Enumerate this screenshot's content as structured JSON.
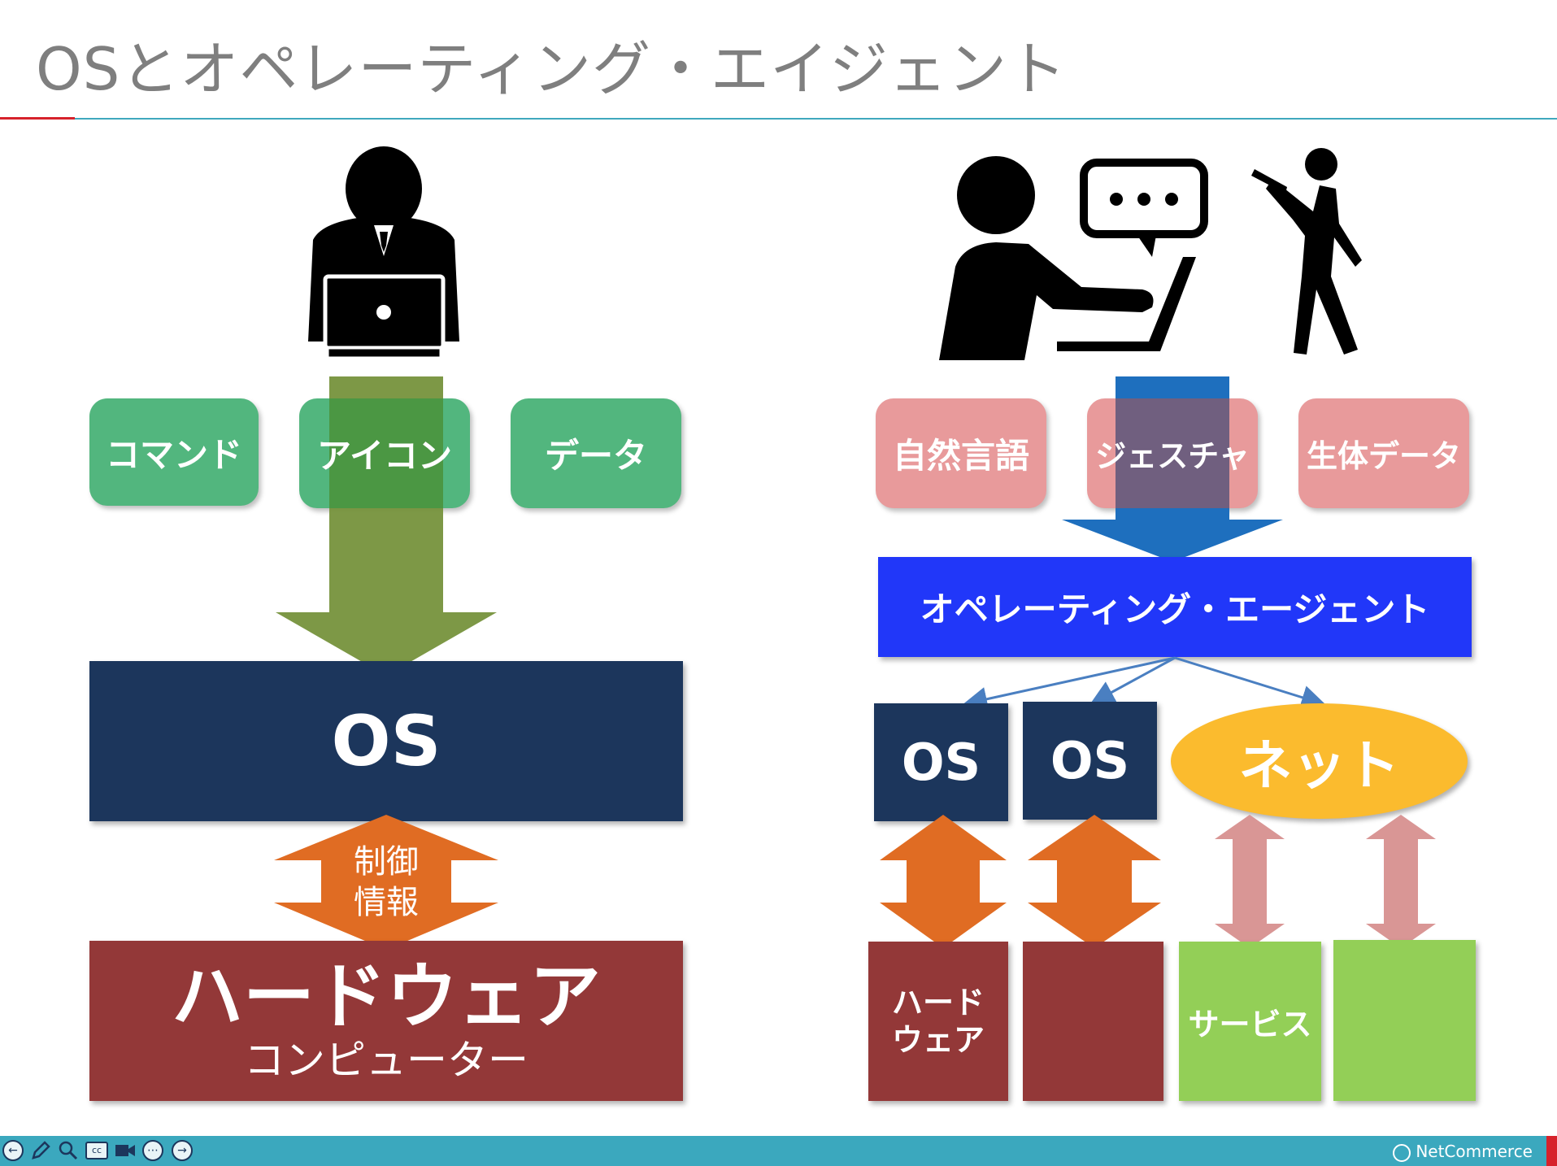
{
  "slide": {
    "title": "OSとオペレーティング・エイジェント"
  },
  "left": {
    "pills": [
      "コマンド",
      "アイコン",
      "データ"
    ],
    "os_label": "OS",
    "control_label_1": "制御",
    "control_label_2": "情報",
    "hardware_label": "ハードウェア",
    "computer_label": "コンピューター"
  },
  "right": {
    "pills": [
      "自然言語",
      "ジェスチャ",
      "生体データ"
    ],
    "agent_label": "オペレーティング・エージェント",
    "os1_label": "OS",
    "os2_label": "OS",
    "net_label": "ネット",
    "hardware_label_1": "ハード",
    "hardware_label_2": "ウェア",
    "service_label": "サービス"
  },
  "footer": {
    "brand": "NetCommerce"
  },
  "colors": {
    "green_pill": "#52b67e",
    "pink_pill": "#e89a9b",
    "navy": "#1c365c",
    "maroon": "#933838",
    "agent_blue": "#2137f9",
    "orange_arrow": "#e06c23",
    "olive_arrow": "#76923c",
    "blue_arrow": "#1e6fbe",
    "net_yellow": "#fbbb2e",
    "lime": "#93cf57",
    "pink_arrow": "#d99695",
    "footer_teal": "#3ba8be"
  }
}
